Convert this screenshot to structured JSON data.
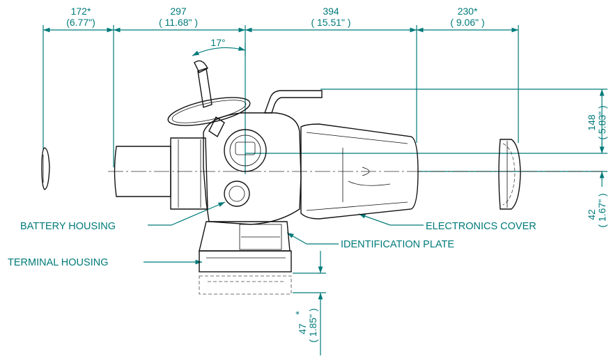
{
  "colors": {
    "dimension": "#007a7a",
    "outline": "#111111"
  },
  "dimensions": {
    "left_offset": {
      "mm": "172*",
      "in": "(6.77\")"
    },
    "handwheel_to_center": {
      "mm": "297",
      "in": "( 11.68\" )"
    },
    "center_to_cover": {
      "mm": "394",
      "in": "( 15.51\" )"
    },
    "cover_removal": {
      "mm": "230*",
      "in": "( 9.06\" )"
    },
    "angle": "17°",
    "height_upper": {
      "mm": "148",
      "in": "( 5.83\" )"
    },
    "height_lower": {
      "mm": "42",
      "in": "( 1.67\" )"
    },
    "terminal_removal": {
      "mm": "47",
      "star": "*",
      "in": "( 1.85\" )"
    }
  },
  "labels": {
    "battery_housing": "BATTERY HOUSING",
    "electronics_cover": "ELECTRONICS COVER",
    "identification_plate": "IDENTIFICATION PLATE",
    "terminal_housing": "TERMINAL HOUSING"
  }
}
